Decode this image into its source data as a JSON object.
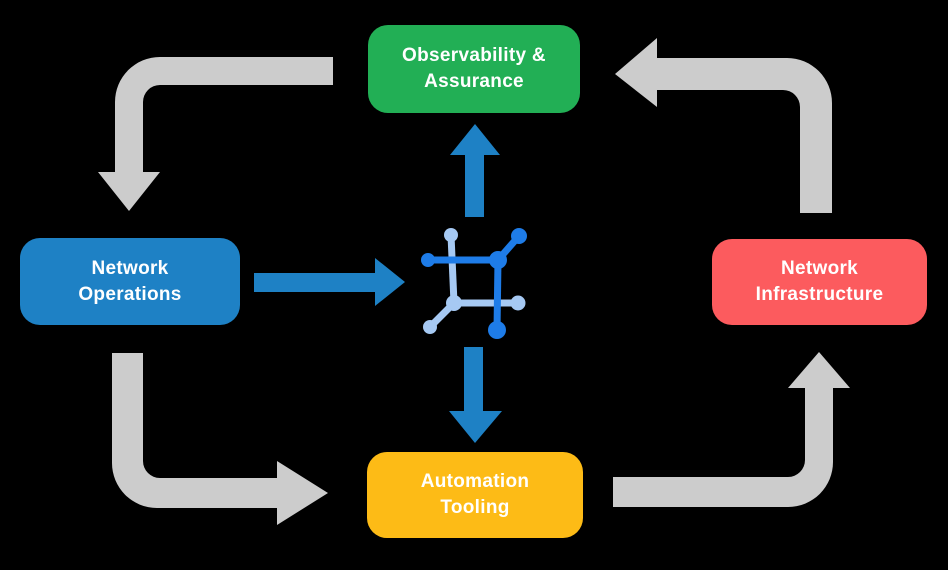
{
  "boxes": {
    "observability": {
      "line1": "Observability &",
      "line2": "Assurance"
    },
    "operations": {
      "line1": "Network",
      "line2": "Operations"
    },
    "infrastructure": {
      "line1": "Network",
      "line2": "Infrastructure"
    },
    "automation": {
      "line1": "Automation",
      "line2": "Tooling"
    }
  },
  "colors": {
    "background": "#000000",
    "node_green": "#22AF55",
    "node_blue": "#1E81C5",
    "node_red": "#FC5B5E",
    "node_yellow": "#FDBB16",
    "cycle_arrow_gray": "#CCCCCC",
    "flow_arrow_blue": "#1E81C5",
    "icon_dark_blue": "#1E7CE8",
    "icon_light_blue": "#A6C9F3",
    "text": "#FFFFFF"
  },
  "icons": {
    "center": "network-automation-icon"
  }
}
